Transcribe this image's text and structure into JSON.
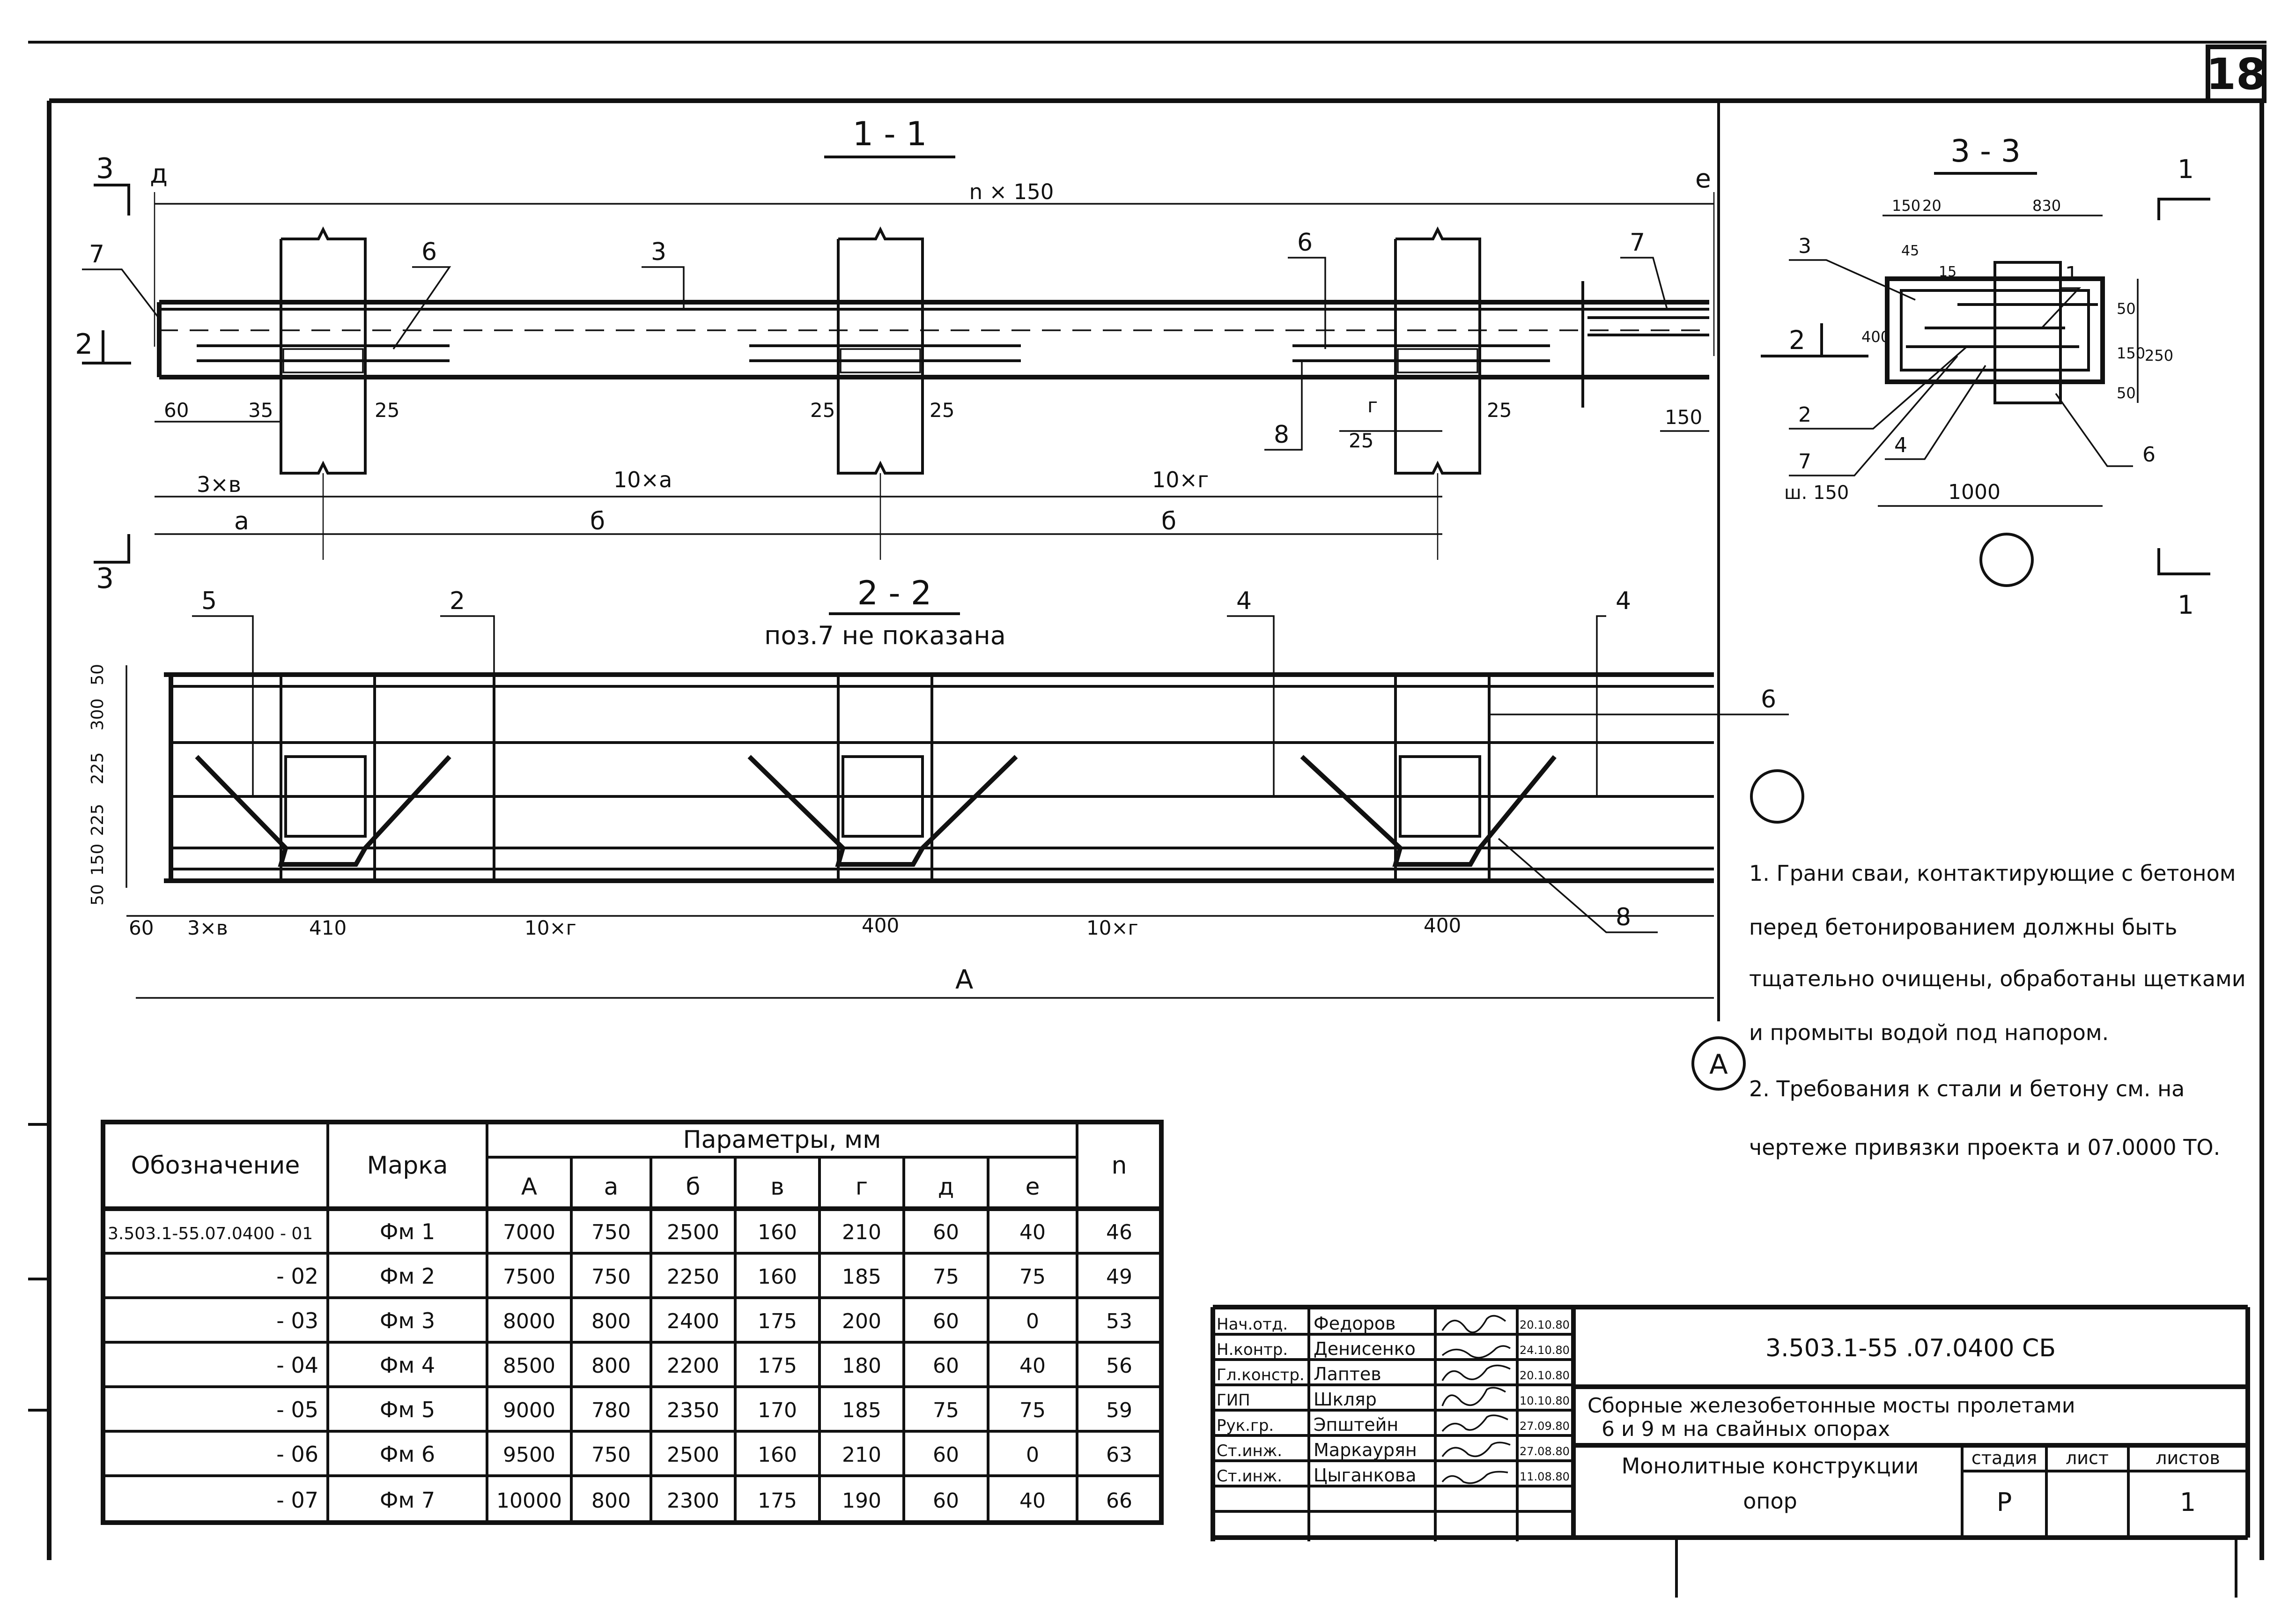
{
  "sheet": {
    "number": "18"
  },
  "section_1_1": {
    "title": "1 - 1",
    "cut_label": "3",
    "side_labels": {
      "left": "2",
      "left_top": "д",
      "right_top": "е"
    },
    "dims": {
      "total": "n × 150",
      "d60": "60",
      "d35": "35",
      "d25": "25",
      "d3b": "3×в",
      "d10a": "10×а",
      "d10g": "10×г",
      "a": "а",
      "b1": "б",
      "b2": "б",
      "g": "г",
      "d25b": "25",
      "d150": "150"
    },
    "pos": {
      "p7": "7",
      "p6a": "6",
      "p3": "3",
      "p6b": "6",
      "p7b": "7",
      "p8": "8"
    }
  },
  "section_3_3": {
    "title": "3 - 3",
    "cut_label": "1",
    "dims": {
      "d150": "150",
      "d20": "20",
      "d830": "830",
      "d45": "45",
      "d15": "15",
      "d400": "400",
      "d50a": "50",
      "d150b": "150",
      "d50b": "50",
      "d250": "250",
      "d1000": "1000"
    },
    "pos": {
      "p3": "3",
      "p1": "1",
      "p2": "2",
      "p7": "7",
      "p4": "4",
      "p6": "6"
    },
    "spacing": "ш. 150",
    "side_label": "2"
  },
  "section_2_2": {
    "title": "2 - 2",
    "note": "поз.7 не показана",
    "vdims": [
      "50",
      "300",
      "225",
      "225",
      "150",
      "50"
    ],
    "hdims": {
      "d60": "60",
      "d3b": "3×в",
      "d410": "410",
      "d10g1": "10×г",
      "d400a": "400",
      "d10g2": "10×г",
      "d400b": "400",
      "A": "А"
    },
    "pos": {
      "p5": "5",
      "p2": "2",
      "p4a": "4",
      "p4b": "4",
      "p6": "6",
      "p8": "8"
    }
  },
  "axis_label": "А",
  "notes": [
    "1. Грани сваи, контактирующие с бетоном",
    "перед бетонированием должны быть",
    "тщательно очищены, обработаны щетками",
    "и промыты водой под напором.",
    "2. Требования к стали и бетону см. на",
    "чертеже привязки проекта и 07.0000 ТО."
  ],
  "table": {
    "col_designation": "Обозначение",
    "col_mark": "Марка",
    "col_params": "Параметры, мм",
    "col_n": "n",
    "params": [
      "А",
      "а",
      "б",
      "в",
      "г",
      "д",
      "е"
    ],
    "rows": [
      {
        "des": "3.503.1-55.07.0400 - 01",
        "mark": "Фм 1",
        "v": [
          "7000",
          "750",
          "2500",
          "160",
          "210",
          "60",
          "40"
        ],
        "n": "46"
      },
      {
        "des": "- 02",
        "mark": "Фм 2",
        "v": [
          "7500",
          "750",
          "2250",
          "160",
          "185",
          "75",
          "75"
        ],
        "n": "49"
      },
      {
        "des": "- 03",
        "mark": "Фм 3",
        "v": [
          "8000",
          "800",
          "2400",
          "175",
          "200",
          "60",
          "0"
        ],
        "n": "53"
      },
      {
        "des": "- 04",
        "mark": "Фм 4",
        "v": [
          "8500",
          "800",
          "2200",
          "175",
          "180",
          "60",
          "40"
        ],
        "n": "56"
      },
      {
        "des": "- 05",
        "mark": "Фм 5",
        "v": [
          "9000",
          "780",
          "2350",
          "170",
          "185",
          "75",
          "75"
        ],
        "n": "59"
      },
      {
        "des": "- 06",
        "mark": "Фм 6",
        "v": [
          "9500",
          "750",
          "2500",
          "160",
          "210",
          "60",
          "0"
        ],
        "n": "63"
      },
      {
        "des": "- 07",
        "mark": "Фм 7",
        "v": [
          "10000",
          "800",
          "2300",
          "175",
          "190",
          "60",
          "40"
        ],
        "n": "66"
      }
    ]
  },
  "stamp": {
    "code": "3.503.1-55  .07.0400 СБ",
    "project": [
      "Сборные железобетонные мосты пролетами",
      "6 и 9 м на свайных опорах"
    ],
    "doc_title": [
      "Монолитные конструкции",
      "опор"
    ],
    "stage_label": "стадия",
    "sheet_label": "лист",
    "sheets_label": "листов",
    "stage": "Р",
    "sheet": "",
    "sheets": "1",
    "people": [
      {
        "role": "Нач.отд.",
        "name": "Федоров",
        "date": "20.10.80"
      },
      {
        "role": "Н.контр.",
        "name": "Денисенко",
        "date": "24.10.80"
      },
      {
        "role": "Гл.констр.",
        "name": "Лаптев",
        "date": "20.10.80"
      },
      {
        "role": "ГИП",
        "name": "Шкляр",
        "date": "10.10.80"
      },
      {
        "role": "Рук.гр.",
        "name": "Эпштейн",
        "date": "27.09.80"
      },
      {
        "role": "Ст.инж.",
        "name": "Маркаурян",
        "date": "27.08.80"
      },
      {
        "role": "Ст.инж.",
        "name": "Цыганкова",
        "date": "11.08.80"
      }
    ]
  }
}
